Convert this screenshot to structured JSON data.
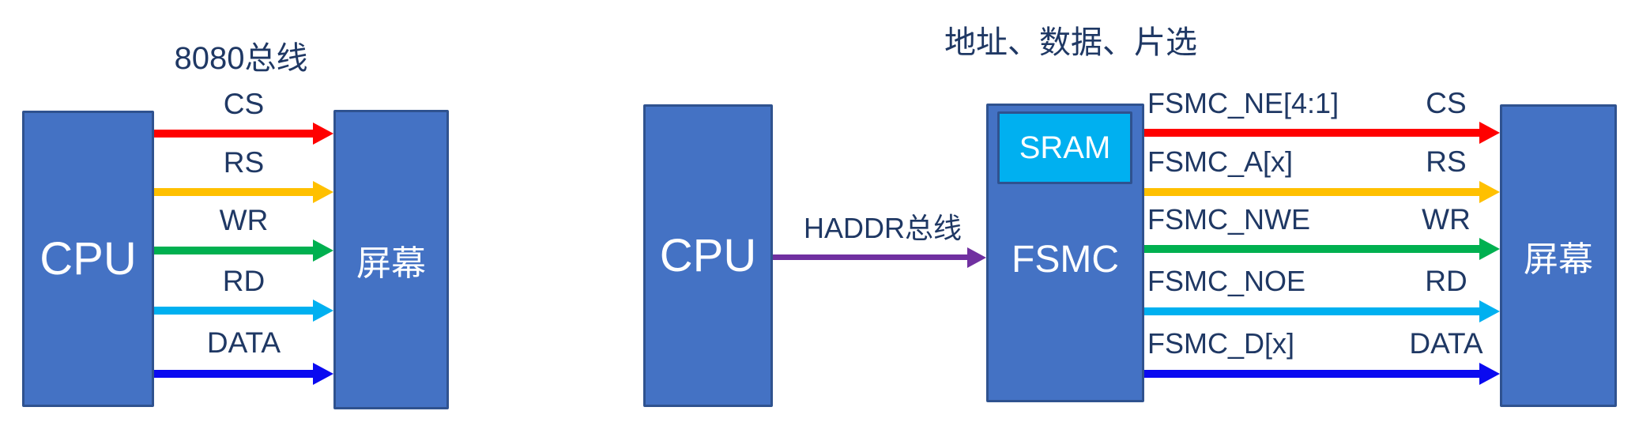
{
  "colors": {
    "box_fill": "#4472C4",
    "box_border": "#2F528F",
    "sram_fill": "#00B0F0",
    "label_text": "#1F3864",
    "box_text": "#FFFFFF",
    "haddr_arrow": "#7030A0"
  },
  "left_diagram": {
    "title": "8080总线",
    "cpu_label": "CPU",
    "screen_label": "屏幕",
    "signals": [
      {
        "label": "CS",
        "color": "#FF0000"
      },
      {
        "label": "RS",
        "color": "#FFC000"
      },
      {
        "label": "WR",
        "color": "#00B050"
      },
      {
        "label": "RD",
        "color": "#00B0F0"
      },
      {
        "label": "DATA",
        "color": "#0A0AF0"
      }
    ]
  },
  "right_diagram": {
    "title": "地址、数据、片选",
    "cpu_label": "CPU",
    "bus_label": "HADDR总线",
    "bus_color": "#7030A0",
    "sram_label": "SRAM",
    "fsmc_label": "FSMC",
    "screen_label": "屏幕",
    "signals": [
      {
        "fsmc_pin": "FSMC_NE[4:1]",
        "label": "CS",
        "color": "#FF0000"
      },
      {
        "fsmc_pin": "FSMC_A[x]",
        "label": "RS",
        "color": "#FFC000"
      },
      {
        "fsmc_pin": "FSMC_NWE",
        "label": "WR",
        "color": "#00B050"
      },
      {
        "fsmc_pin": "FSMC_NOE",
        "label": "RD",
        "color": "#00B0F0"
      },
      {
        "fsmc_pin": "FSMC_D[x]",
        "label": "DATA",
        "color": "#0A0AF0"
      }
    ]
  }
}
